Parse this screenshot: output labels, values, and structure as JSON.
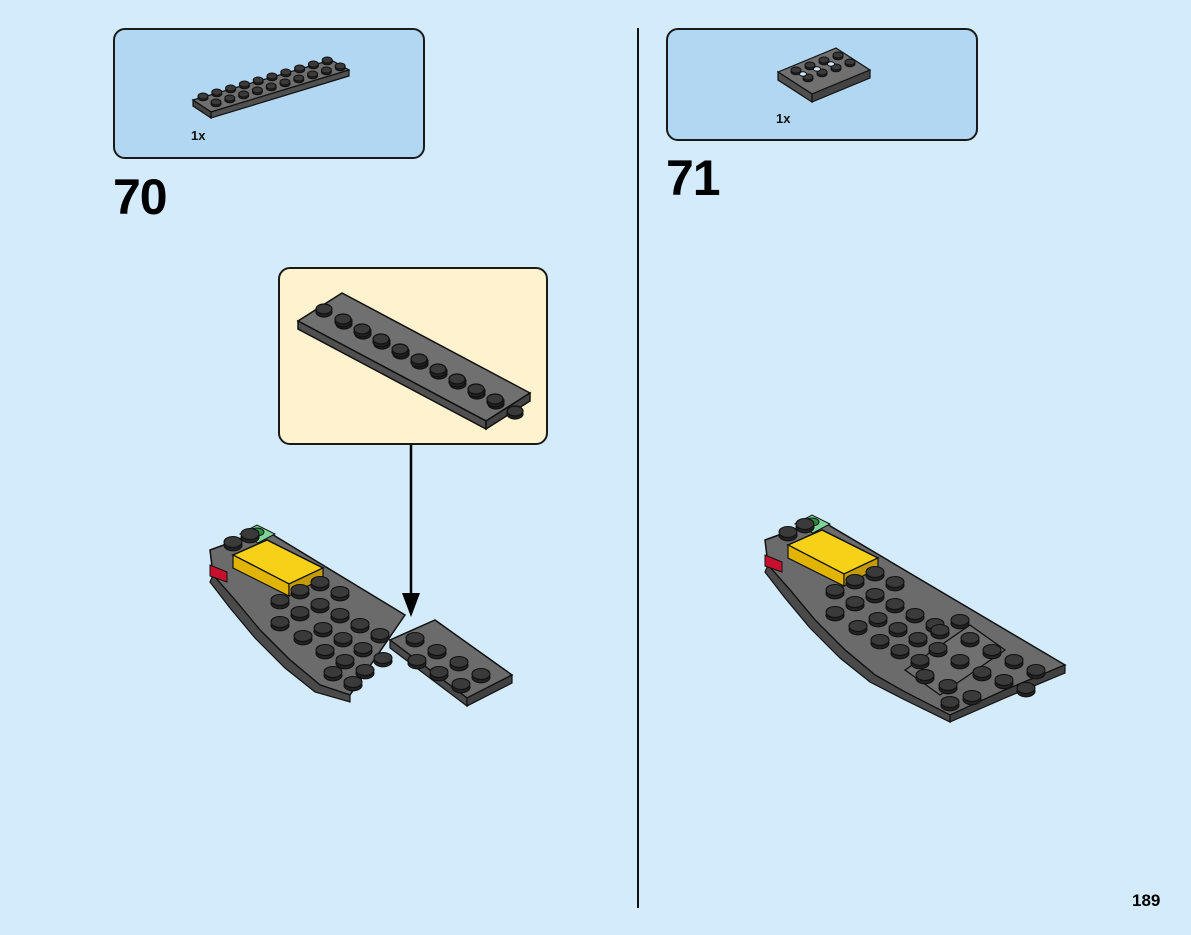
{
  "steps": [
    {
      "number": "70",
      "parts": [
        {
          "quantity": "1x",
          "part": "plate-2x10-dark-gray"
        }
      ]
    },
    {
      "number": "71",
      "parts": [
        {
          "quantity": "1x",
          "part": "plate-2x4-with-holes-dark-gray"
        }
      ]
    }
  ],
  "page": {
    "number": "189"
  },
  "colors": {
    "background": "#d3ebfb",
    "parts_box": "#b2d7f2",
    "callout_box": "#fff3cf",
    "brick_gray": "#6b6b6b",
    "stud_top": "#3a3a3a",
    "yellow": "#f7d117",
    "green": "#2e8b3e",
    "red": "#c8102e"
  }
}
